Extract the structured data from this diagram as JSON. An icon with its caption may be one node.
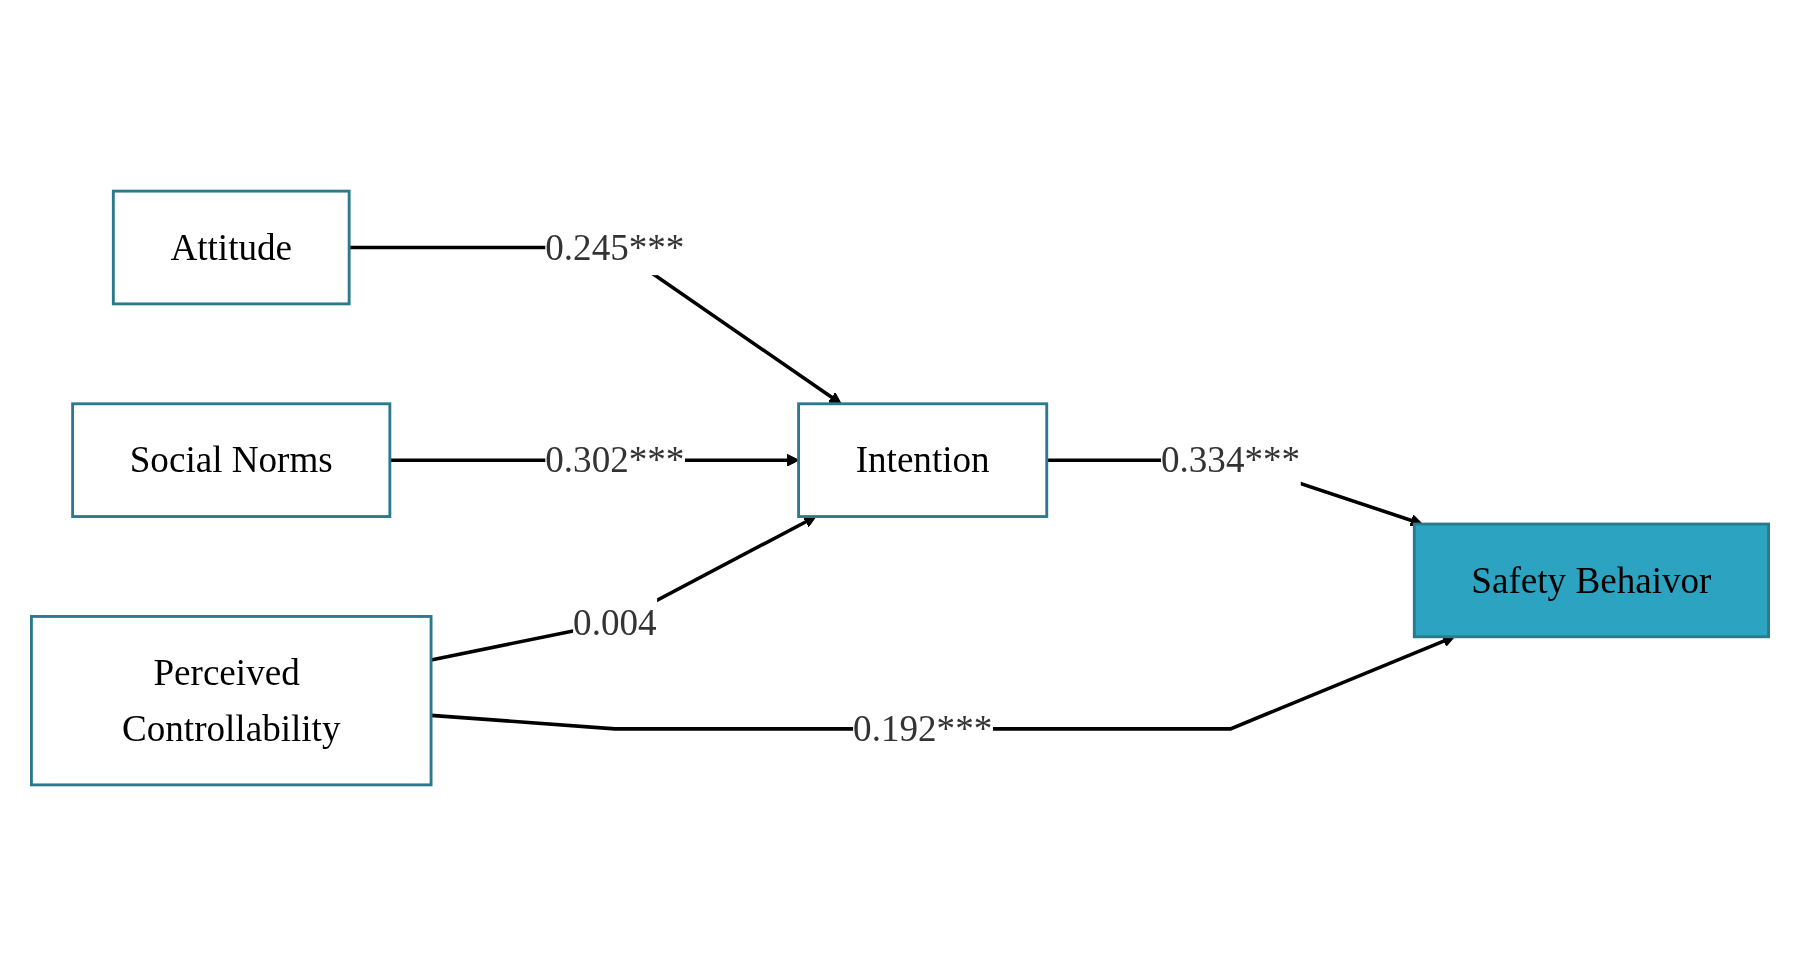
{
  "diagram": {
    "nodes": [
      {
        "text": [
          "Attitude"
        ]
      },
      {
        "text": [
          "Social Norms"
        ]
      },
      {
        "text": [
          "Perceived Controllability"
        ]
      },
      {
        "text": [
          "Intention"
        ]
      },
      {
        "text": [
          "Safety Behaivor"
        ]
      }
    ],
    "edges": [
      {
        "from": 0,
        "to": 3,
        "arrow": "to",
        "label": "0.245***"
      },
      {
        "from": 1,
        "to": 3,
        "arrow": "to",
        "label": "0.302***"
      },
      {
        "from": 2,
        "to": 3,
        "arrow": "to",
        "label": "0.004"
      },
      {
        "from": 3,
        "to": 4,
        "arrow": "to",
        "label": "0.334***"
      },
      {
        "from": 2,
        "to": 4,
        "arrow": "to",
        "label": "0.192***"
      }
    ]
  }
}
